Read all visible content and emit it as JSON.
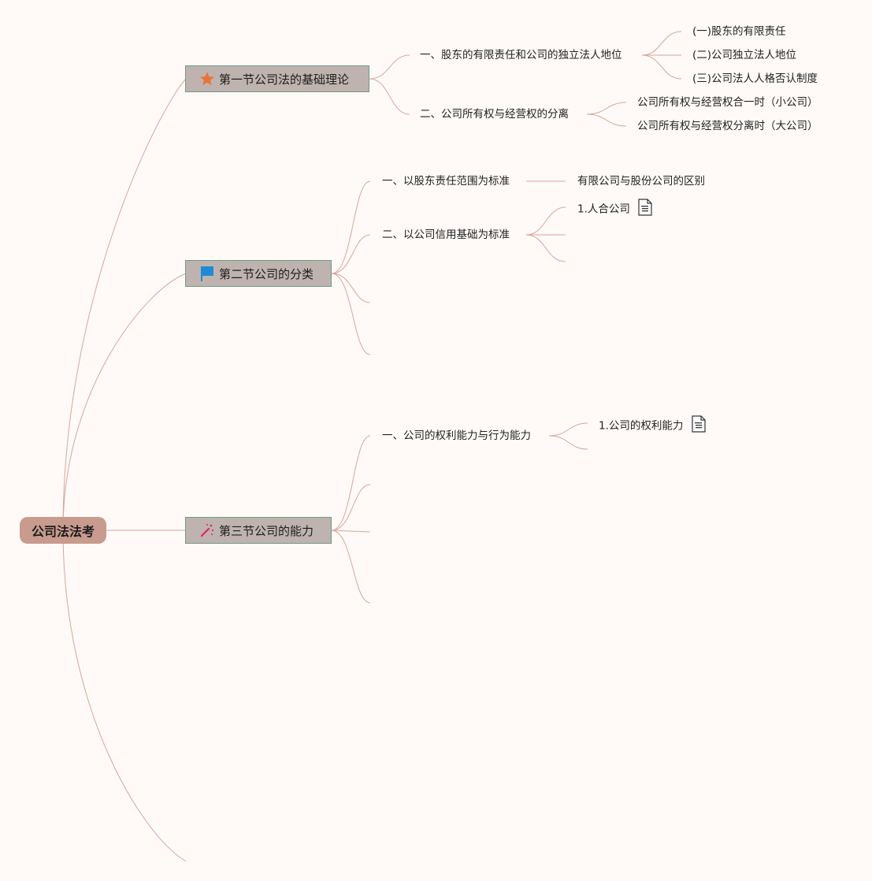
{
  "root": {
    "label": "公司法法考"
  },
  "sections": [
    {
      "label": "第一节公司法的基础理论",
      "icon": "star-icon",
      "topics": [
        {
          "label": "一、股东的有限责任和公司的独立法人地位",
          "subtopics": [
            "(一)股东的有限责任",
            "(二)公司独立法人地位",
            "(三)公司法人人格否认制度"
          ]
        },
        {
          "label": "二、公司所有权与经营权的分离",
          "subtopics": [
            "公司所有权与经营权合一时（小公司）",
            "公司所有权与经营权分离时（大公司）"
          ]
        }
      ]
    },
    {
      "label": "第二节公司的分类",
      "icon": "flag-icon",
      "topics": [
        {
          "label": "一、以股东责任范围为标准",
          "subtopics": [
            "有限公司与股份公司的区别"
          ]
        },
        {
          "label": "二、以公司信用基础为标准",
          "subtopics": [
            "1.人合公司"
          ]
        }
      ]
    },
    {
      "label": "第三节公司的能力",
      "icon": "magic-wand-icon",
      "topics": [
        {
          "label": "一、公司的权利能力与行为能力",
          "subtopics": [
            "1.公司的权利能力"
          ]
        }
      ]
    }
  ],
  "colors": {
    "background": "#fffaf8",
    "root_fill": "#c99a8e",
    "section_fill": "#bfb3af",
    "section_border": "#6f9b85",
    "connector": "#d3a79c",
    "star": "#e8743b",
    "flag": "#1f8ad6",
    "wand": "#e0245e"
  }
}
